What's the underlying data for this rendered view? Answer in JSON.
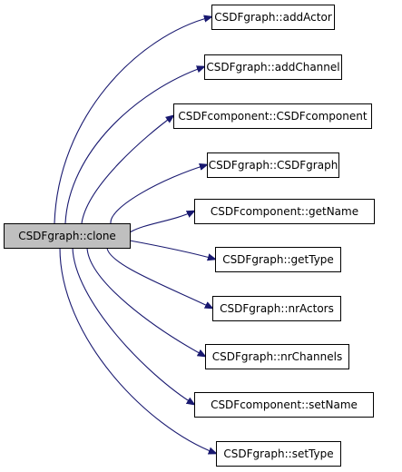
{
  "diagram": {
    "type": "call-graph",
    "colors": {
      "edge": "#191970",
      "source_fill": "#bfbfbf",
      "node_fill": "#ffffff",
      "node_stroke": "#000000"
    },
    "source": {
      "id": "clone",
      "label": "CSDFgraph::clone"
    },
    "targets": [
      {
        "id": "addActor",
        "label": "CSDFgraph::addActor"
      },
      {
        "id": "addChannel",
        "label": "CSDFgraph::addChannel"
      },
      {
        "id": "csdfcomponent",
        "label": "CSDFcomponent::CSDFcomponent"
      },
      {
        "id": "csdfgraph",
        "label": "CSDFgraph::CSDFgraph"
      },
      {
        "id": "getName",
        "label": "CSDFcomponent::getName"
      },
      {
        "id": "getType",
        "label": "CSDFgraph::getType"
      },
      {
        "id": "nrActors",
        "label": "CSDFgraph::nrActors"
      },
      {
        "id": "nrChannels",
        "label": "CSDFgraph::nrChannels"
      },
      {
        "id": "setName",
        "label": "CSDFcomponent::setName"
      },
      {
        "id": "setType",
        "label": "CSDFgraph::setType"
      }
    ],
    "edges": [
      {
        "from": "clone",
        "to": "addActor"
      },
      {
        "from": "clone",
        "to": "addChannel"
      },
      {
        "from": "clone",
        "to": "csdfcomponent"
      },
      {
        "from": "clone",
        "to": "csdfgraph"
      },
      {
        "from": "clone",
        "to": "getName"
      },
      {
        "from": "clone",
        "to": "getType"
      },
      {
        "from": "clone",
        "to": "nrActors"
      },
      {
        "from": "clone",
        "to": "nrChannels"
      },
      {
        "from": "clone",
        "to": "setName"
      },
      {
        "from": "clone",
        "to": "setType"
      }
    ]
  }
}
